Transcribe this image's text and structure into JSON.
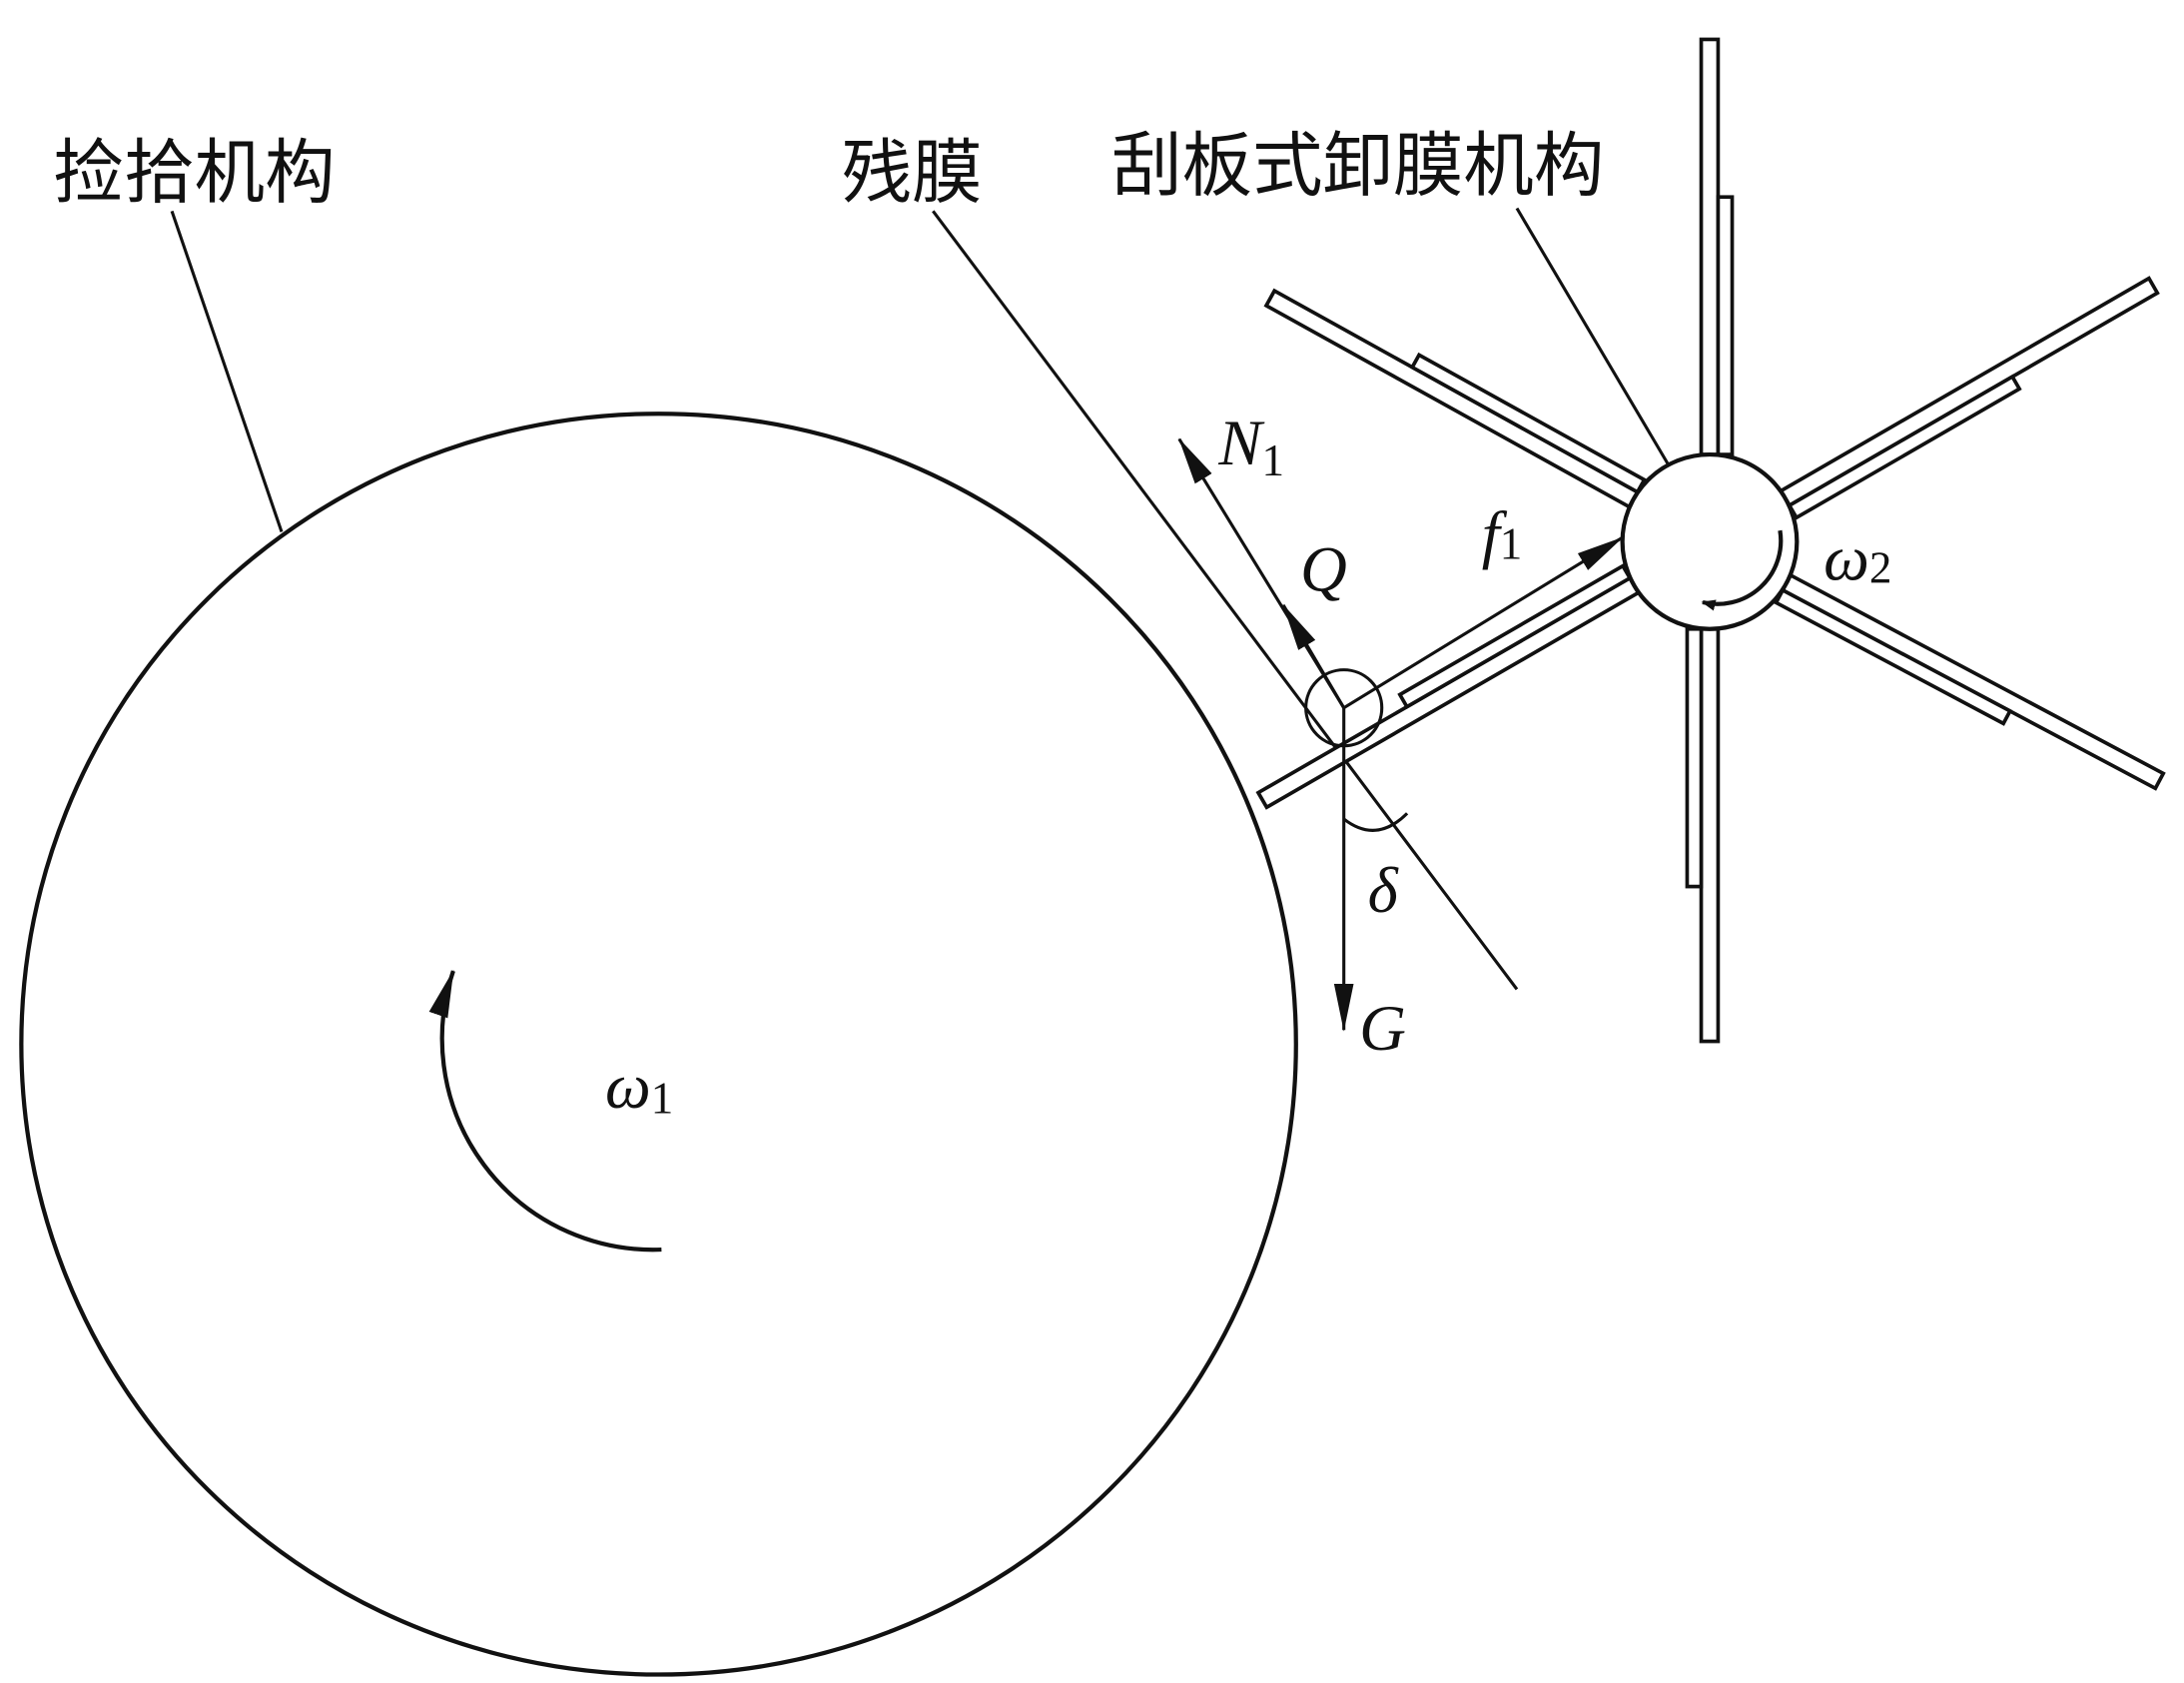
{
  "labels": {
    "pickup_mechanism": "捡拾机构",
    "residual_film": "残膜",
    "scraper_unloading_mechanism": "刮板式卸膜机构"
  },
  "symbols": {
    "N": "N",
    "N_sub": "1",
    "Q": "Q",
    "f": "f",
    "f_sub": "1",
    "omega2": "ω",
    "omega2_sub": "2",
    "delta": "δ",
    "G": "G",
    "omega1": "ω",
    "omega1_sub": "1"
  },
  "colors": {
    "line": "#111111",
    "background": "#ffffff"
  }
}
